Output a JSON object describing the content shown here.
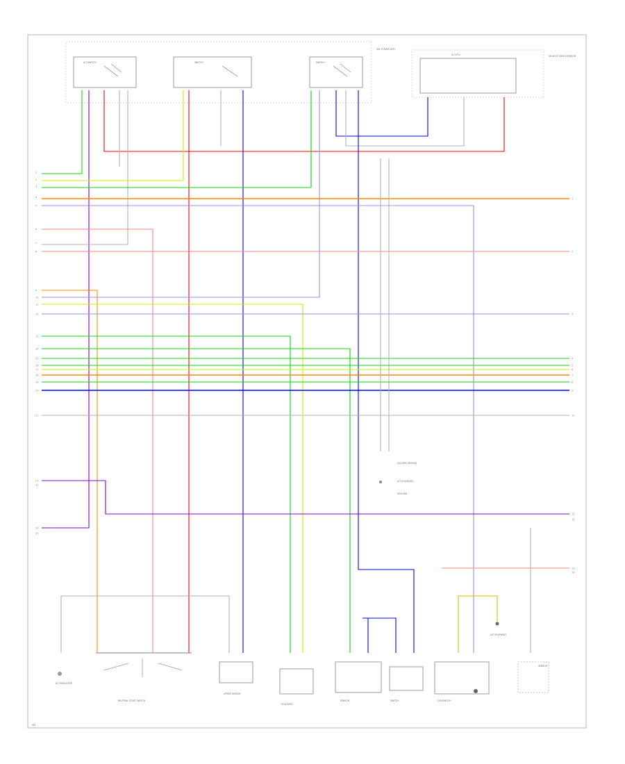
{
  "diagram_code": "W1",
  "colors": {
    "green": "#00dd00",
    "yellow_green": "#c8f000",
    "red": "#ff0000",
    "orange": "#ff8800",
    "blue": "#0000ff",
    "violet": "#8a00c8",
    "light_blue": "#9090ff",
    "pink": "#ff8080",
    "gray": "#b0b0b0"
  },
  "left_pins": [
    "1",
    "2",
    "3",
    "4",
    "5",
    "6",
    "7",
    "8",
    "9",
    "10",
    "11",
    "12",
    "13",
    "14",
    "15",
    "16",
    "17",
    "18",
    "19",
    "20",
    "21",
    "22",
    "23",
    "24",
    "25"
  ],
  "right_pins": [
    "1",
    "2",
    "3",
    "4",
    "5",
    "6",
    "7",
    "8",
    "9",
    "10",
    "11",
    "12",
    "13",
    "14"
  ],
  "components": {
    "top_switch_1": "A/T SWITCH",
    "top_switch_2": "SWITCH",
    "top_switch_3": "SWITCH",
    "top_note": "SEE POWER DIST",
    "ecu_box_title": "A/T ECU",
    "ecu_box_note": "VEHICLE SPEED SENSOR",
    "bottom_1": "A/T INDICATOR",
    "bottom_2": "NEUTRAL START SWITCH",
    "bottom_3": "SPEED SENSOR",
    "bottom_4": "SOLENOID",
    "bottom_5": "SENSOR",
    "bottom_6": "SWITCH",
    "bottom_7": "O/D SWITCH",
    "bottom_8": "A/T SOLENOID",
    "bottom_9": "SENSOR",
    "legend_1": "LOCATED BEHIND",
    "legend_2": "A/T SOLENOID",
    "legend_3": "GROUND"
  }
}
